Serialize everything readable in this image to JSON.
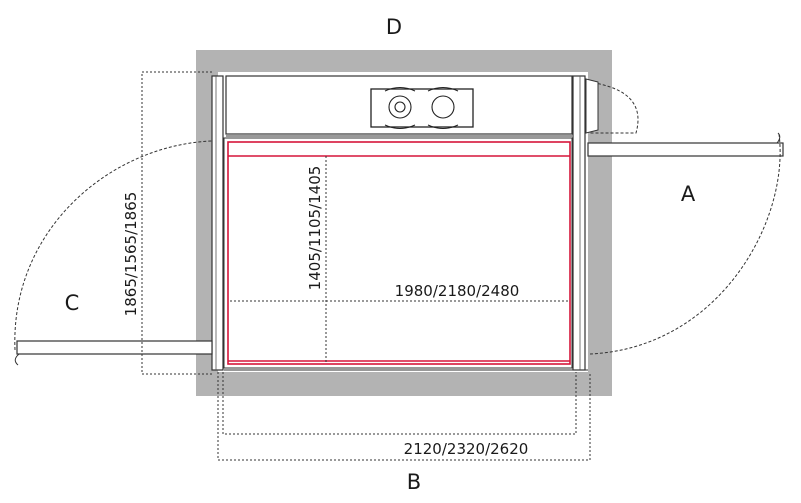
{
  "labels": {
    "top": "D",
    "right": "A",
    "bottom": "B",
    "left": "C"
  },
  "dimensions": {
    "inner_height": "1405/1105/1405",
    "inner_width": "1980/2180/2480",
    "outer_height": "1865/1565/1865",
    "outer_width": "2120/2320/2620"
  },
  "colors": {
    "wall": "#b3b3b3",
    "cabin_outline": "#d6153a",
    "line": "#333333"
  }
}
